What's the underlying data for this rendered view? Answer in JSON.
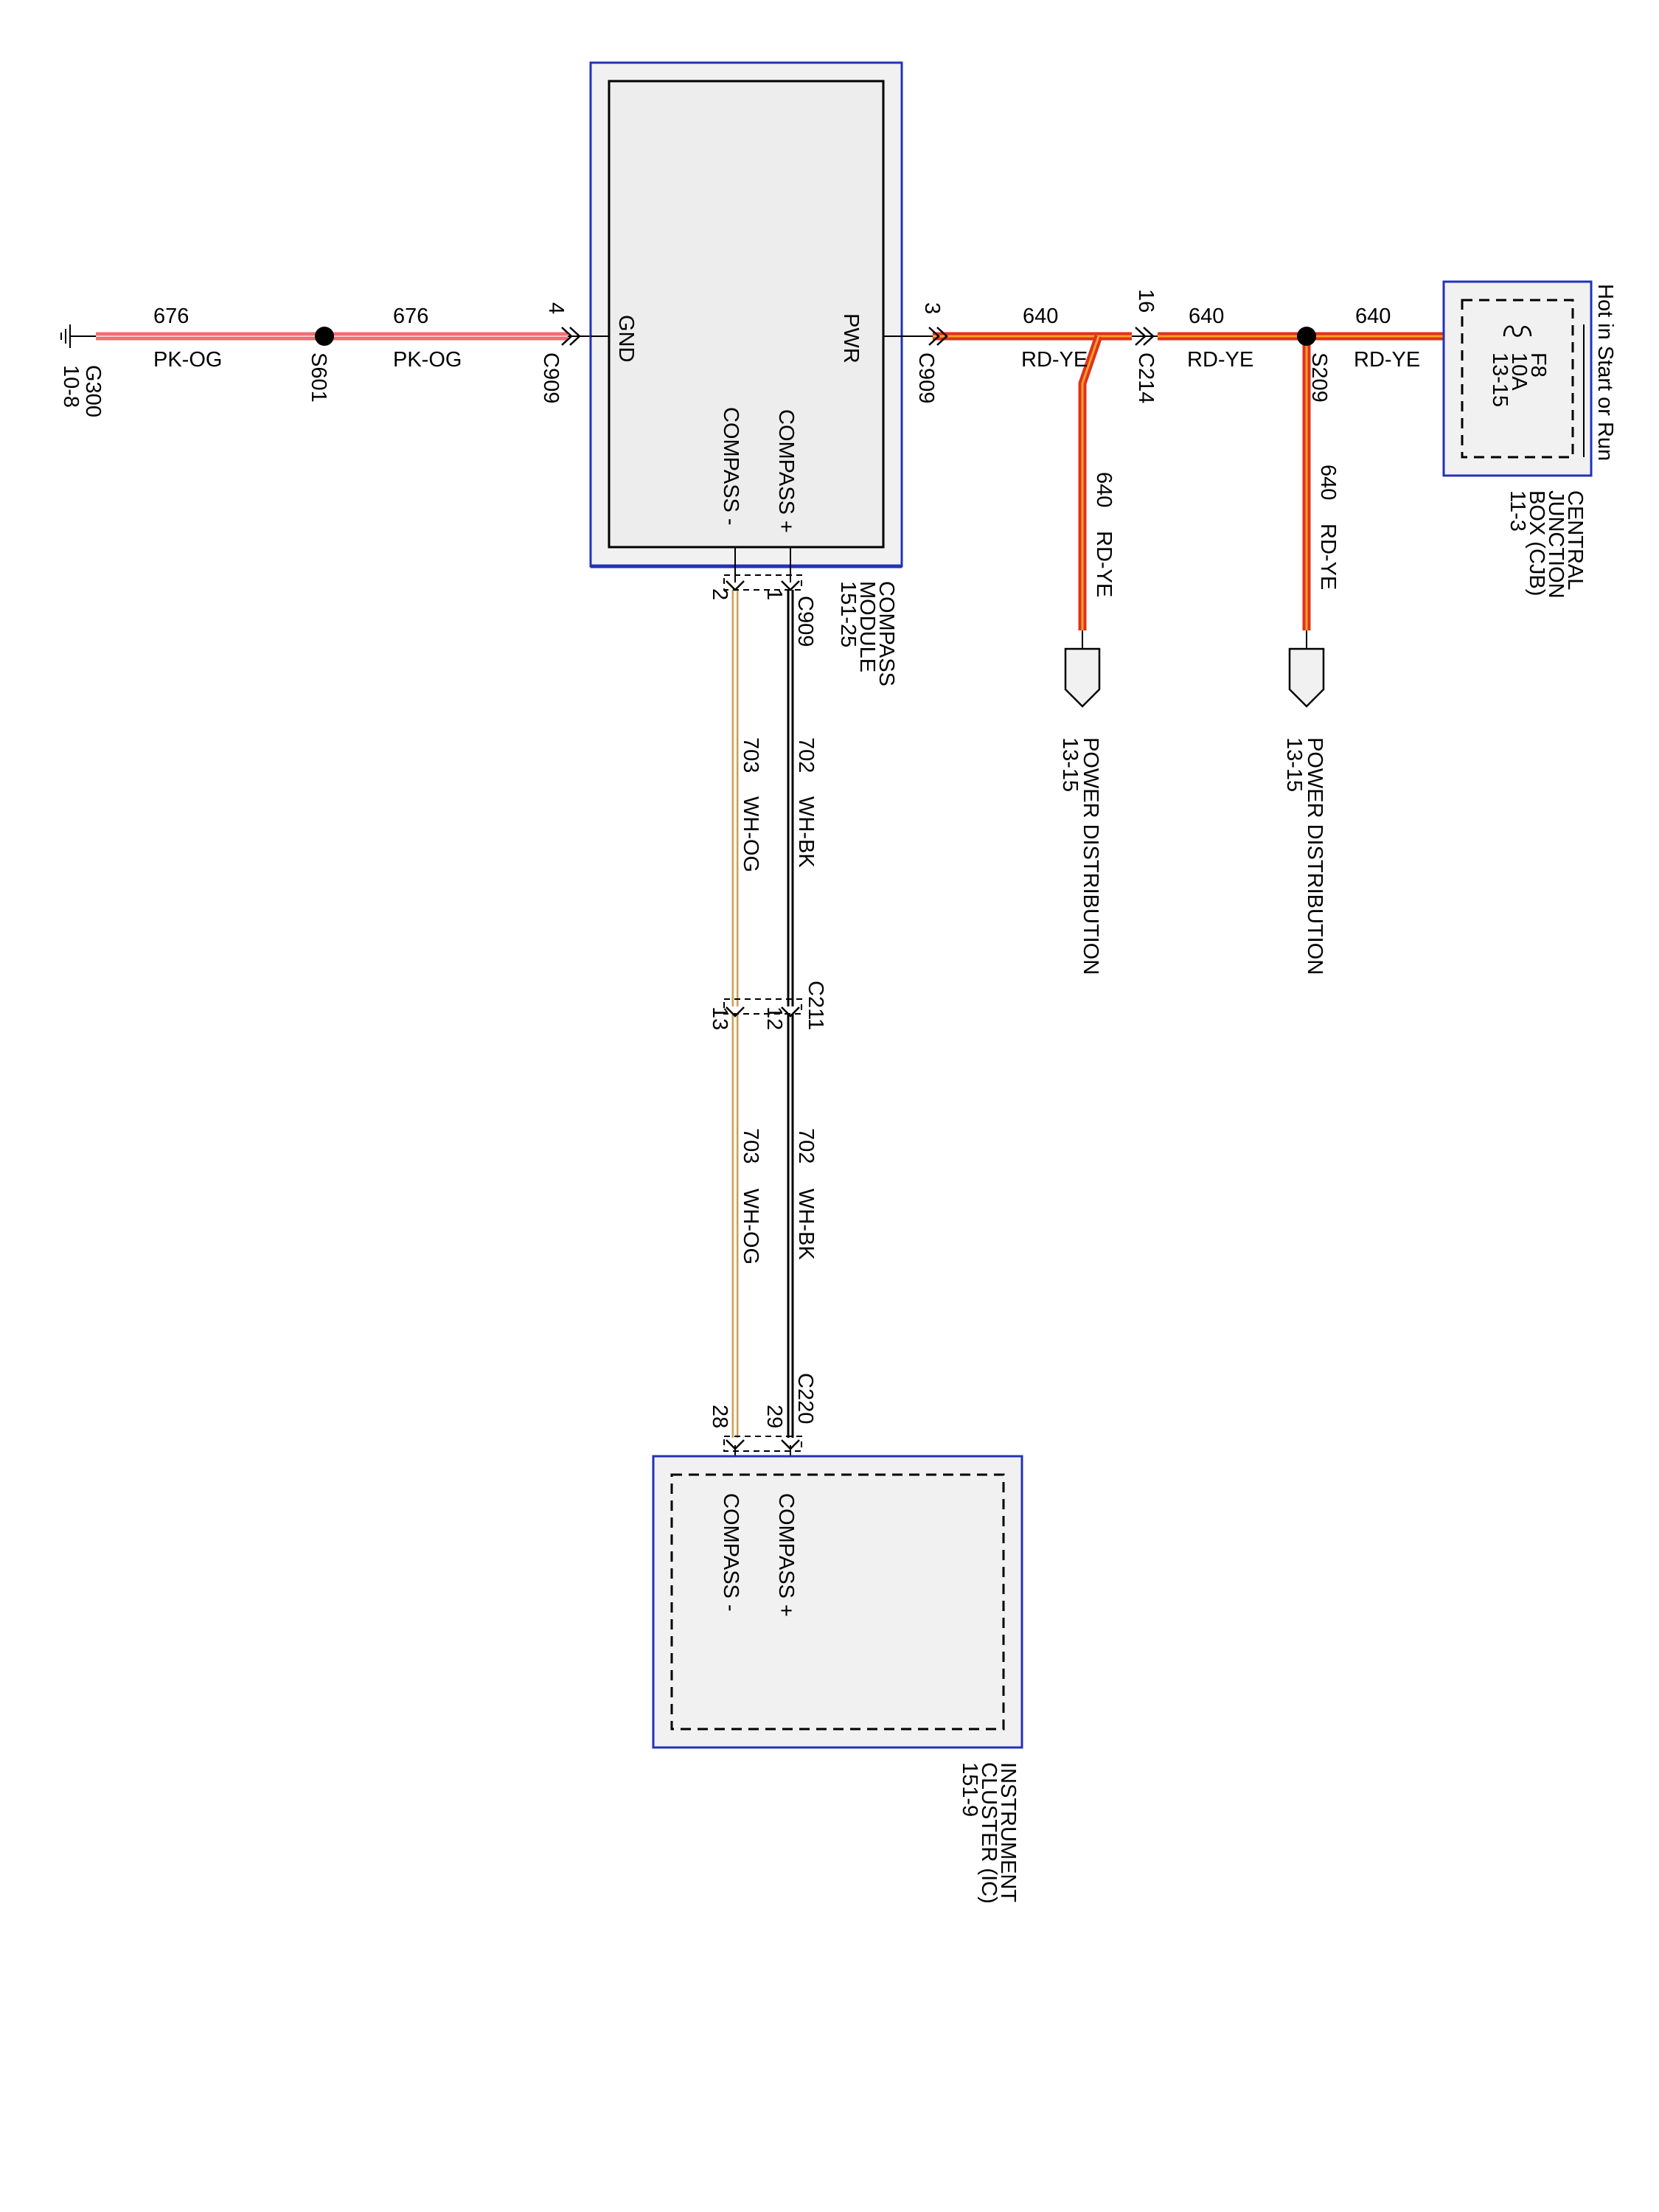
{
  "colors": {
    "pk_og": "#f26d73",
    "rd_ye": "#e0321c",
    "rd_ye_core": "#f4a12a",
    "wh_og_stripe": "#f0c890",
    "module_border": "#2232b8",
    "module_fill": "#f1f1f1"
  },
  "ground": {
    "id": "G300",
    "page": "10-8",
    "icon": "ground-symbol-icon"
  },
  "splices": {
    "s601": "S601",
    "s209": "S209"
  },
  "connectors": {
    "c909_gnd": {
      "name": "C909",
      "pin": "4"
    },
    "c909_pwr": {
      "name": "C909",
      "pin": "3"
    },
    "c214": {
      "name": "C214",
      "pin": "16"
    },
    "c909_bottom": {
      "name": "C909",
      "pin_plus": "1",
      "pin_minus": "2"
    },
    "c211": {
      "name": "C211",
      "pin_plus": "12",
      "pin_minus": "13"
    },
    "c220": {
      "name": "C220",
      "pin_plus": "29",
      "pin_minus": "28"
    }
  },
  "circuits": {
    "gnd_left": {
      "num": "676",
      "color": "PK-OG"
    },
    "gnd_right": {
      "num": "676",
      "color": "PK-OG"
    },
    "pwr_a": {
      "num": "640",
      "color": "RD-YE"
    },
    "pwr_b": {
      "num": "640",
      "color": "RD-YE"
    },
    "pwr_c": {
      "num": "640",
      "color": "RD-YE"
    },
    "branch_1": {
      "num": "640",
      "color": "RD-YE"
    },
    "branch_2": {
      "num": "640",
      "color": "RD-YE"
    },
    "plus_upper": {
      "num": "702",
      "color": "WH-BK"
    },
    "minus_upper": {
      "num": "703",
      "color": "WH-OG"
    },
    "plus_lower": {
      "num": "702",
      "color": "WH-BK"
    },
    "minus_lower": {
      "num": "703",
      "color": "WH-OG"
    }
  },
  "compass_module": {
    "name_lines": [
      "COMPASS",
      "MODULE",
      "151-25"
    ],
    "pin_gnd": "GND",
    "pin_pwr": "PWR",
    "pin_plus": "COMPASS +",
    "pin_minus": "COMPASS -"
  },
  "instrument_cluster": {
    "name_lines": [
      "INSTRUMENT",
      "CLUSTER (IC)",
      "151-9"
    ],
    "pin_plus": "COMPASS +",
    "pin_minus": "COMPASS -"
  },
  "cjb": {
    "hot_label": "Hot in Start or Run",
    "fuse": [
      "F8",
      "10A",
      "13-15"
    ],
    "name_lines": [
      "CENTRAL",
      "JUNCTION",
      "BOX (CJB)",
      "11-3"
    ]
  },
  "power_distribution": [
    {
      "name": "POWER DISTRIBUTION",
      "page": "13-15"
    },
    {
      "name": "POWER DISTRIBUTION",
      "page": "13-15"
    }
  ]
}
